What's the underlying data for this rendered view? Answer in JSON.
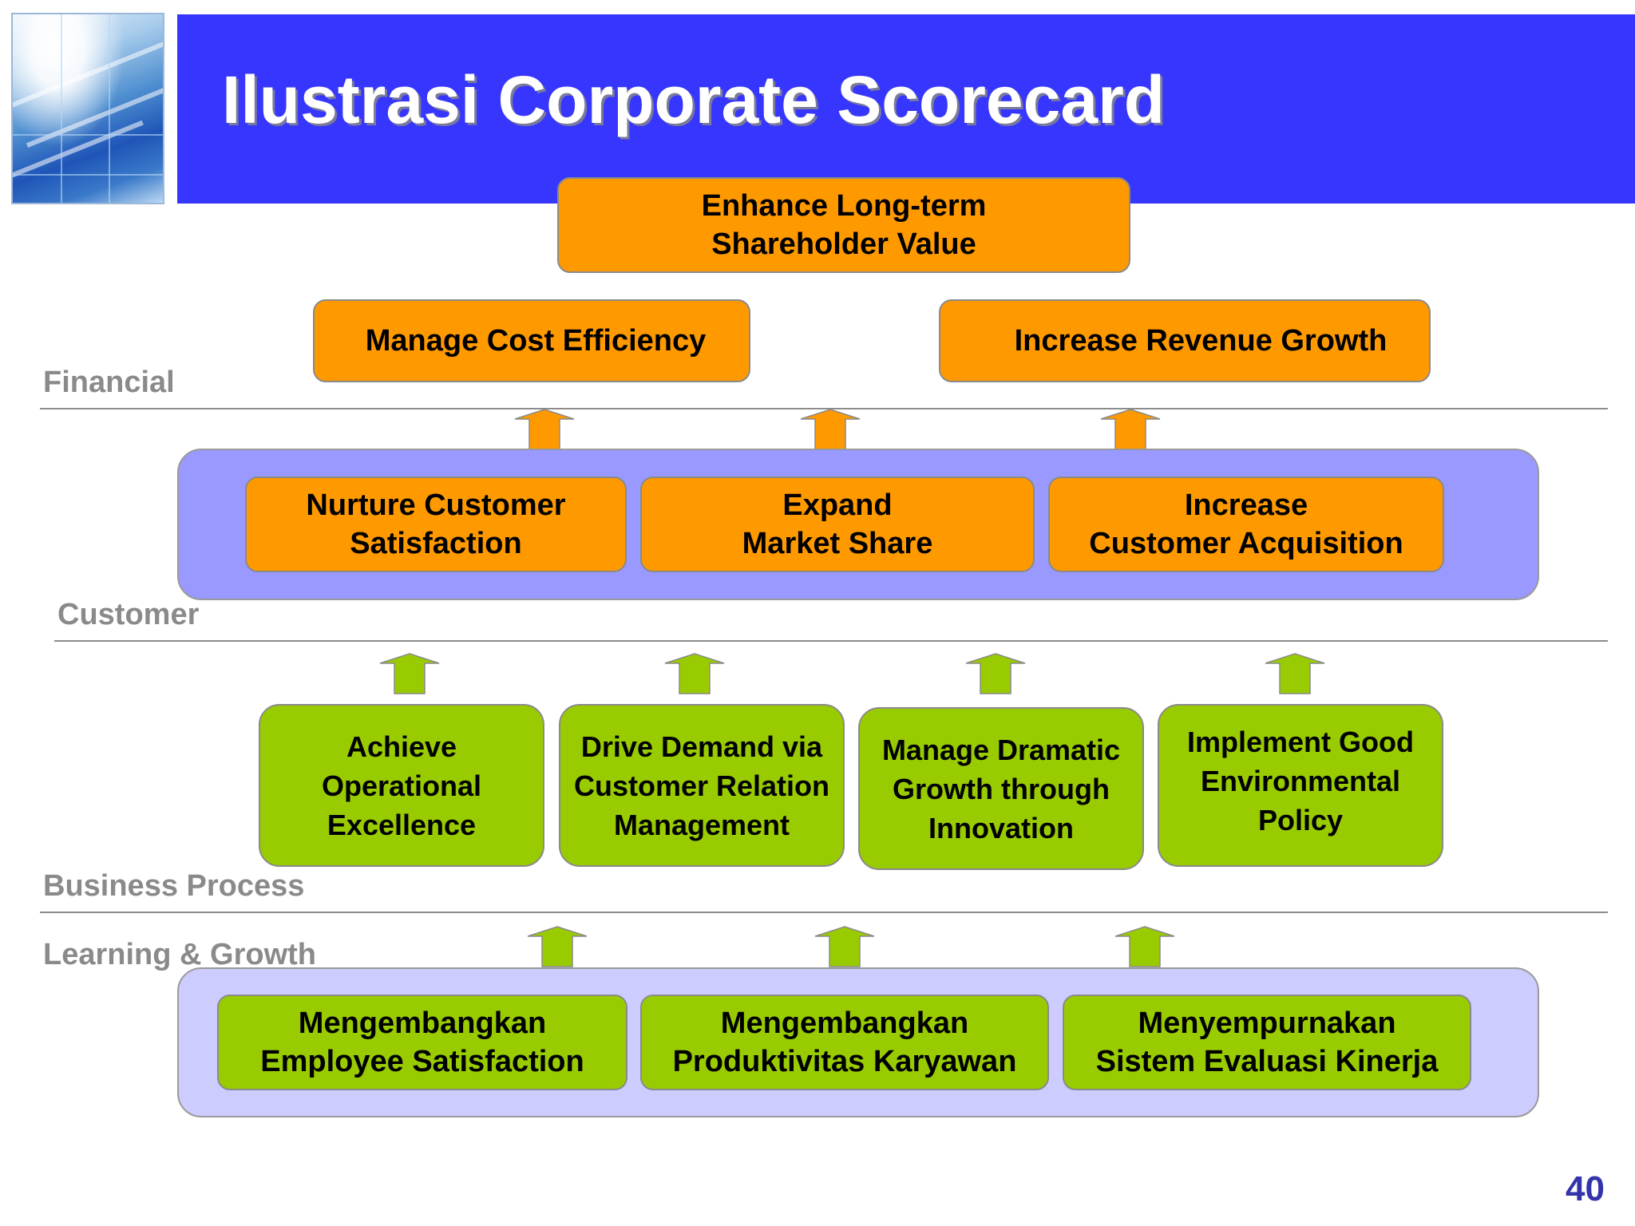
{
  "header": {
    "title": "Ilustrasi Corporate Scorecard"
  },
  "layers": {
    "financial": "Financial",
    "customer": "Customer",
    "business_process": "Business Process",
    "learning_growth": "Learning & Growth"
  },
  "top_goal": "Enhance Long-term\nShareholder Value",
  "financial_objectives": [
    "Manage Cost Efficiency",
    "Increase Revenue Growth"
  ],
  "customer_objectives": [
    "Nurture Customer\nSatisfaction",
    "Expand\nMarket Share",
    "Increase\nCustomer Acquisition"
  ],
  "business_process_objectives": [
    "Achieve\nOperational\nExcellence",
    "Drive Demand via\nCustomer Relation\nManagement",
    "Manage Dramatic\nGrowth through\nInnovation",
    "Implement Good\nEnvironmental\nPolicy"
  ],
  "learning_growth_objectives": [
    "Mengembangkan\nEmployee Satisfaction",
    "Mengembangkan\nProduktivitas Karyawan",
    "Menyempurnakan\nSistem Evaluasi Kinerja"
  ],
  "page_number": "40",
  "colors": {
    "header_blue": "#3636ff",
    "orange": "#ff9900",
    "green": "#99cc00",
    "customer_panel": "#9999ff",
    "learning_panel": "#ccccff",
    "label_gray": "#8a8a8a",
    "page_number": "#3333aa"
  }
}
